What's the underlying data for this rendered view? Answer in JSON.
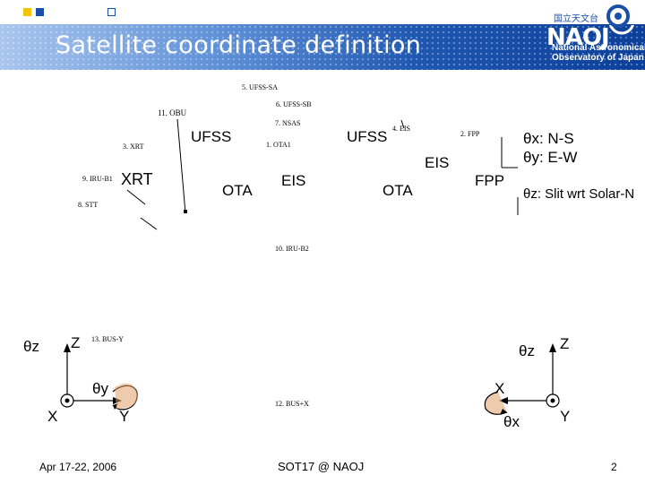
{
  "header": {
    "title": "Satellite coordinate definition",
    "logo": {
      "kanji": "国立天文台",
      "mark": "NAOJ",
      "line1": "National Astronomical",
      "line2": "Observatory of Japan"
    },
    "colors": {
      "band_start": "#a9c6ee",
      "band_end": "#0b3f99",
      "square_yellow": "#f5c400",
      "square_blue": "#1a4fa8"
    }
  },
  "small_labels": {
    "ufss_sa": "5. UFSS-SA",
    "ufss_sb": "6. UFSS-SB",
    "obu": "11. OBU",
    "nsas": "7. NSAS",
    "xrt_num": "3. XRT",
    "ota1": "1. OTA1",
    "eis_num": "4. EIS",
    "fpp_num": "2. FPP",
    "iru_b1": "9. IRU-B1",
    "stt": "8. STT",
    "iru_b2": "10. IRU-B2",
    "bus_y": "13. BUS-Y",
    "bus_x": "12. BUS+X"
  },
  "component_labels": {
    "xrt": "XRT",
    "ufss_left": "UFSS",
    "ufss_right": "UFSS",
    "ota_left": "OTA",
    "eis_center": "EIS",
    "eis_right": "EIS",
    "ota_right": "OTA",
    "fpp": "FPP"
  },
  "notes": {
    "theta_x": "θx: N-S",
    "theta_y": "θy: E-W",
    "theta_z": "θz: Slit wrt Solar-N"
  },
  "axes_left": {
    "theta_z": "θz",
    "z": "Z",
    "theta_y": "θy",
    "x": "X",
    "y": "Y"
  },
  "axes_right": {
    "theta_z": "θz",
    "z": "Z",
    "x": "X",
    "theta_x": "θx",
    "y": "Y"
  },
  "footer": {
    "date": "Apr 17-22, 2006",
    "center": "SOT17 @ NAOJ",
    "page": "2"
  }
}
